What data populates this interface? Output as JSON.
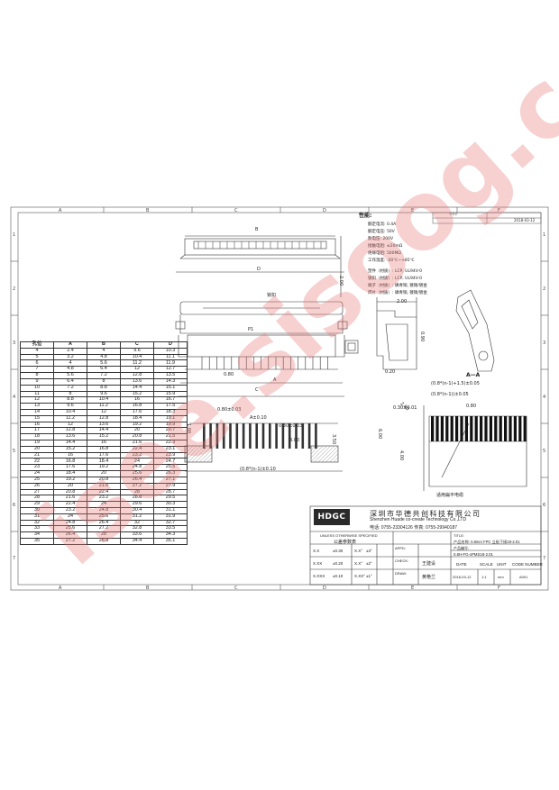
{
  "zones": {
    "columns": [
      "A",
      "B",
      "C",
      "D",
      "E",
      "F"
    ],
    "rows": [
      "1",
      "2",
      "3",
      "4",
      "5",
      "6",
      "7"
    ]
  },
  "notes": {
    "title": "性能:",
    "lines": [
      "额定电流: 0.4A",
      "额定电压: 50V",
      "耐电压: 200V",
      "接触电阻: ≤20mΩ",
      "绝缘电阻: 500MΩ",
      "工作温度: -20℃~+85℃"
    ],
    "materials": [
      "塑件（材质）: LCP, UL94V-0",
      "锁扣（材质）: LCP, UL94V-0",
      "端子（材质）: 磷青铜, 镀锡/镀金",
      "焊片（材质）: 磷青铜, 镀锡/镀金"
    ]
  },
  "revision_box": {
    "cell1": "TITLE",
    "cell2": "2018-03-12"
  },
  "drawing_labels": {
    "B": "B",
    "D": "D",
    "dim_200": "2.00",
    "lock": "锁扣",
    "pin1": "P1",
    "dim_080": "0.80",
    "A": "A",
    "C": "C",
    "dim_090": "0.90",
    "dim_020": "0.20",
    "section": "A—A",
    "dim_080_03": "0.80±0.03",
    "A_01": "A±0.10",
    "dim_030_03": "0.30±0.03",
    "dim_100": "1.00",
    "dim_300": "3.00",
    "dim_350": "3.50",
    "dim_pitch": "(0.8*(n-1)±0.10",
    "dim_side_200": "2.00",
    "dim_side_090": "0.90",
    "dim_030_01": "0.30±0.01",
    "dim_top": "(0.8*(n-1)+1.5)±0.05",
    "dim_080b": "0.80",
    "dim_bottom": "(0.8*(n-1))±0.05",
    "dim_600": "6.00",
    "dim_400": "4.00",
    "dim_400b": "4.00",
    "ffc": "适用扁平电缆",
    "dim_200b": "2.00"
  },
  "dim_table": {
    "headers": [
      "孔位",
      "A",
      "B",
      "C",
      "D"
    ],
    "rows": [
      [
        "4",
        "2.4",
        "4",
        "9.6",
        "10.3"
      ],
      [
        "5",
        "3.2",
        "4.8",
        "10.4",
        "11.1"
      ],
      [
        "6",
        "4",
        "5.6",
        "11.2",
        "11.9"
      ],
      [
        "7",
        "4.8",
        "6.4",
        "12",
        "12.7"
      ],
      [
        "8",
        "5.6",
        "7.2",
        "12.8",
        "13.5"
      ],
      [
        "9",
        "6.4",
        "8",
        "13.6",
        "14.3"
      ],
      [
        "10",
        "7.2",
        "8.8",
        "14.4",
        "15.1"
      ],
      [
        "11",
        "8",
        "9.6",
        "15.2",
        "15.9"
      ],
      [
        "12",
        "8.8",
        "10.4",
        "16",
        "16.7"
      ],
      [
        "13",
        "9.6",
        "11.2",
        "16.8",
        "17.5"
      ],
      [
        "14",
        "10.4",
        "12",
        "17.6",
        "18.3"
      ],
      [
        "15",
        "11.2",
        "12.8",
        "18.4",
        "19.1"
      ],
      [
        "16",
        "12",
        "13.6",
        "19.2",
        "19.9"
      ],
      [
        "17",
        "12.8",
        "14.4",
        "20",
        "20.7"
      ],
      [
        "18",
        "13.6",
        "15.2",
        "20.8",
        "21.5"
      ],
      [
        "19",
        "14.4",
        "16",
        "21.6",
        "22.3"
      ],
      [
        "20",
        "15.2",
        "16.8",
        "22.4",
        "23.1"
      ],
      [
        "21",
        "16",
        "17.6",
        "23.2",
        "23.9"
      ],
      [
        "22",
        "16.8",
        "18.4",
        "24",
        "24.7"
      ],
      [
        "23",
        "17.6",
        "19.2",
        "24.8",
        "25.5"
      ],
      [
        "24",
        "18.4",
        "20",
        "25.6",
        "26.3"
      ],
      [
        "25",
        "19.2",
        "20.8",
        "26.4",
        "27.1"
      ],
      [
        "26",
        "20",
        "21.6",
        "27.2",
        "27.9"
      ],
      [
        "27",
        "20.8",
        "22.4",
        "28",
        "28.7"
      ],
      [
        "28",
        "21.6",
        "23.2",
        "28.8",
        "29.5"
      ],
      [
        "29",
        "22.4",
        "24",
        "29.6",
        "30.3"
      ],
      [
        "30",
        "23.2",
        "24.8",
        "30.4",
        "31.1"
      ],
      [
        "31",
        "24",
        "25.6",
        "31.2",
        "31.9"
      ],
      [
        "32",
        "24.8",
        "26.4",
        "32",
        "32.7"
      ],
      [
        "33",
        "25.6",
        "27.2",
        "32.8",
        "33.5"
      ],
      [
        "34",
        "26.4",
        "28",
        "33.6",
        "34.3"
      ],
      [
        "35",
        "27.2",
        "28.8",
        "34.4",
        "35.1"
      ]
    ]
  },
  "title_block": {
    "logo": "HDGC",
    "company_cn": "深圳市华德共创科技有限公司",
    "company_en": "Shenzhen Huade co-create Technology Co.,LTD",
    "phone": "电话: 0755-23304126   传真: 0755-29940187",
    "unless": "UNLESS OTHERWISE SPECIFIED",
    "unless_cn": "公差参数表",
    "tol": [
      [
        "X.X",
        "±0.30",
        "X.X°",
        "±3°"
      ],
      [
        "X.XX",
        "±0.20",
        "X.X°",
        "±2°"
      ],
      [
        "X.XXX",
        "±0.10",
        "X.XX°",
        "±1°"
      ]
    ],
    "appd": "APPD:",
    "check": "CHECK:",
    "checker": "王建设",
    "draw": "DRAW:",
    "drawer": "黄艳兰",
    "title_label": "TITLE:",
    "title_value": "产品名称: 0.8mm FPC 立贴下接18-2.01",
    "part_label": "产品编号:",
    "part_value": "0.8H-FG-xPMS18-2.01",
    "date_label": "DATE",
    "date_value": "2018-03-12",
    "scale_label": "SCALE",
    "scale_value": "1:1",
    "unit_label": "UNIT",
    "unit_value": "mm",
    "code_label": "CODE NUMBER",
    "code_value": "A001"
  },
  "watermark": "isee.sisoog.com"
}
